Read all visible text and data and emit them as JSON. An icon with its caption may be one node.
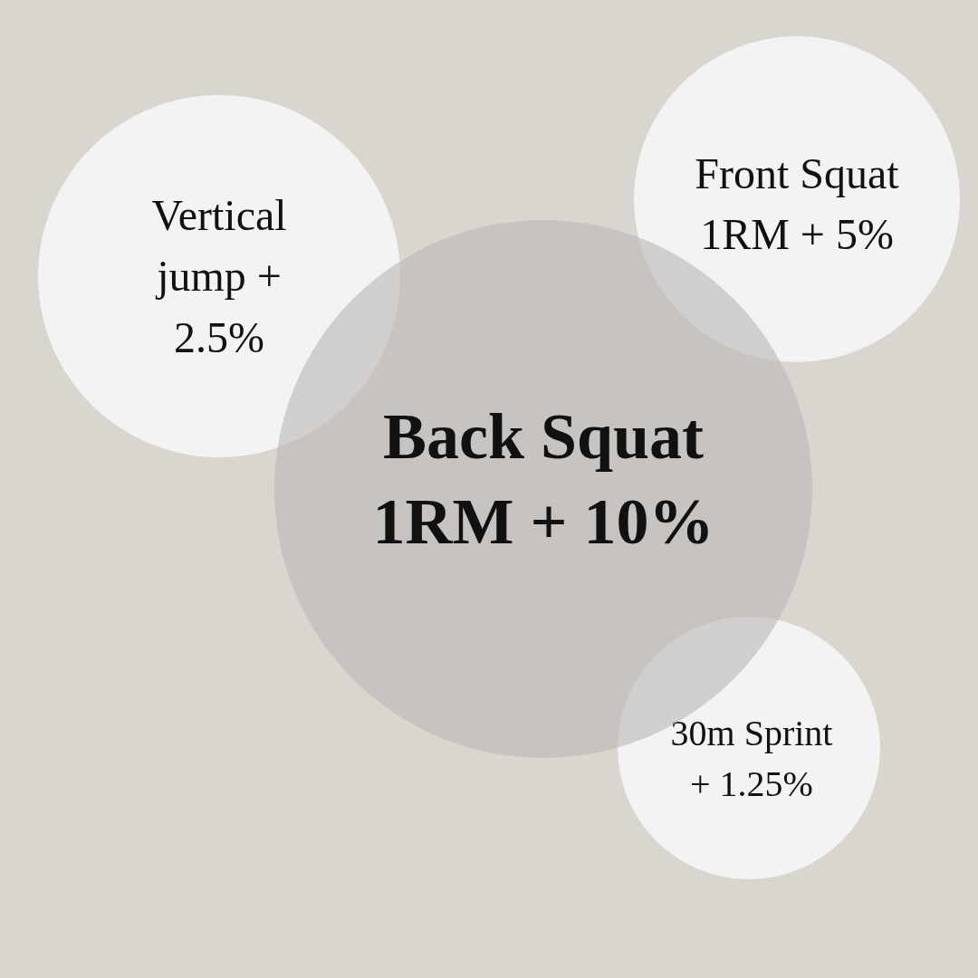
{
  "diagram": {
    "nodes": [
      {
        "text": [
          "Vertical jump + 2.5%"
        ]
      },
      {
        "text": [
          "Front Squat 1RM + 5%"
        ]
      },
      {
        "text": [
          "Back Squat 1RM + 10%"
        ]
      },
      {
        "text": [
          "30m Sprint + 1.25%"
        ]
      }
    ]
  }
}
